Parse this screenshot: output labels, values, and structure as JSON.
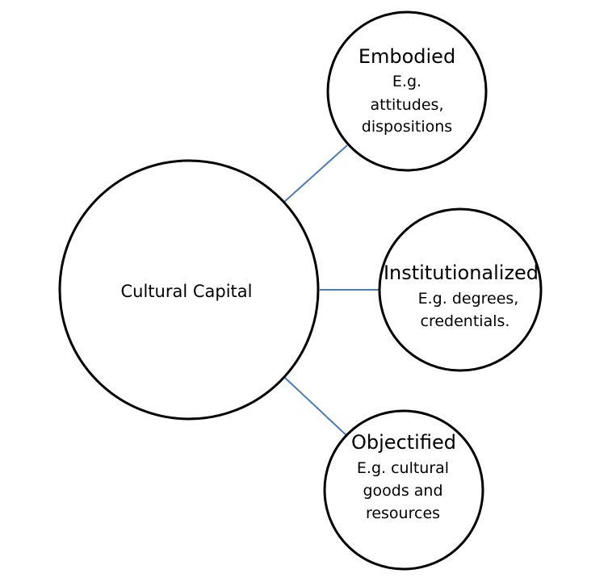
{
  "center": {
    "label": "Cultural Capital"
  },
  "branches": [
    {
      "title": "Embodied",
      "lines": [
        "E.g.",
        "attitudes,",
        "dispositions"
      ]
    },
    {
      "title": "Institutionalized",
      "lines": [
        "E.g. degrees,",
        "credentials."
      ]
    },
    {
      "title": "Objectified",
      "lines": [
        "E.g. cultural",
        "goods and",
        "resources"
      ]
    }
  ],
  "colors": {
    "connector": "#4a7bb7",
    "circle_stroke": "#000000",
    "background": "#ffffff"
  }
}
